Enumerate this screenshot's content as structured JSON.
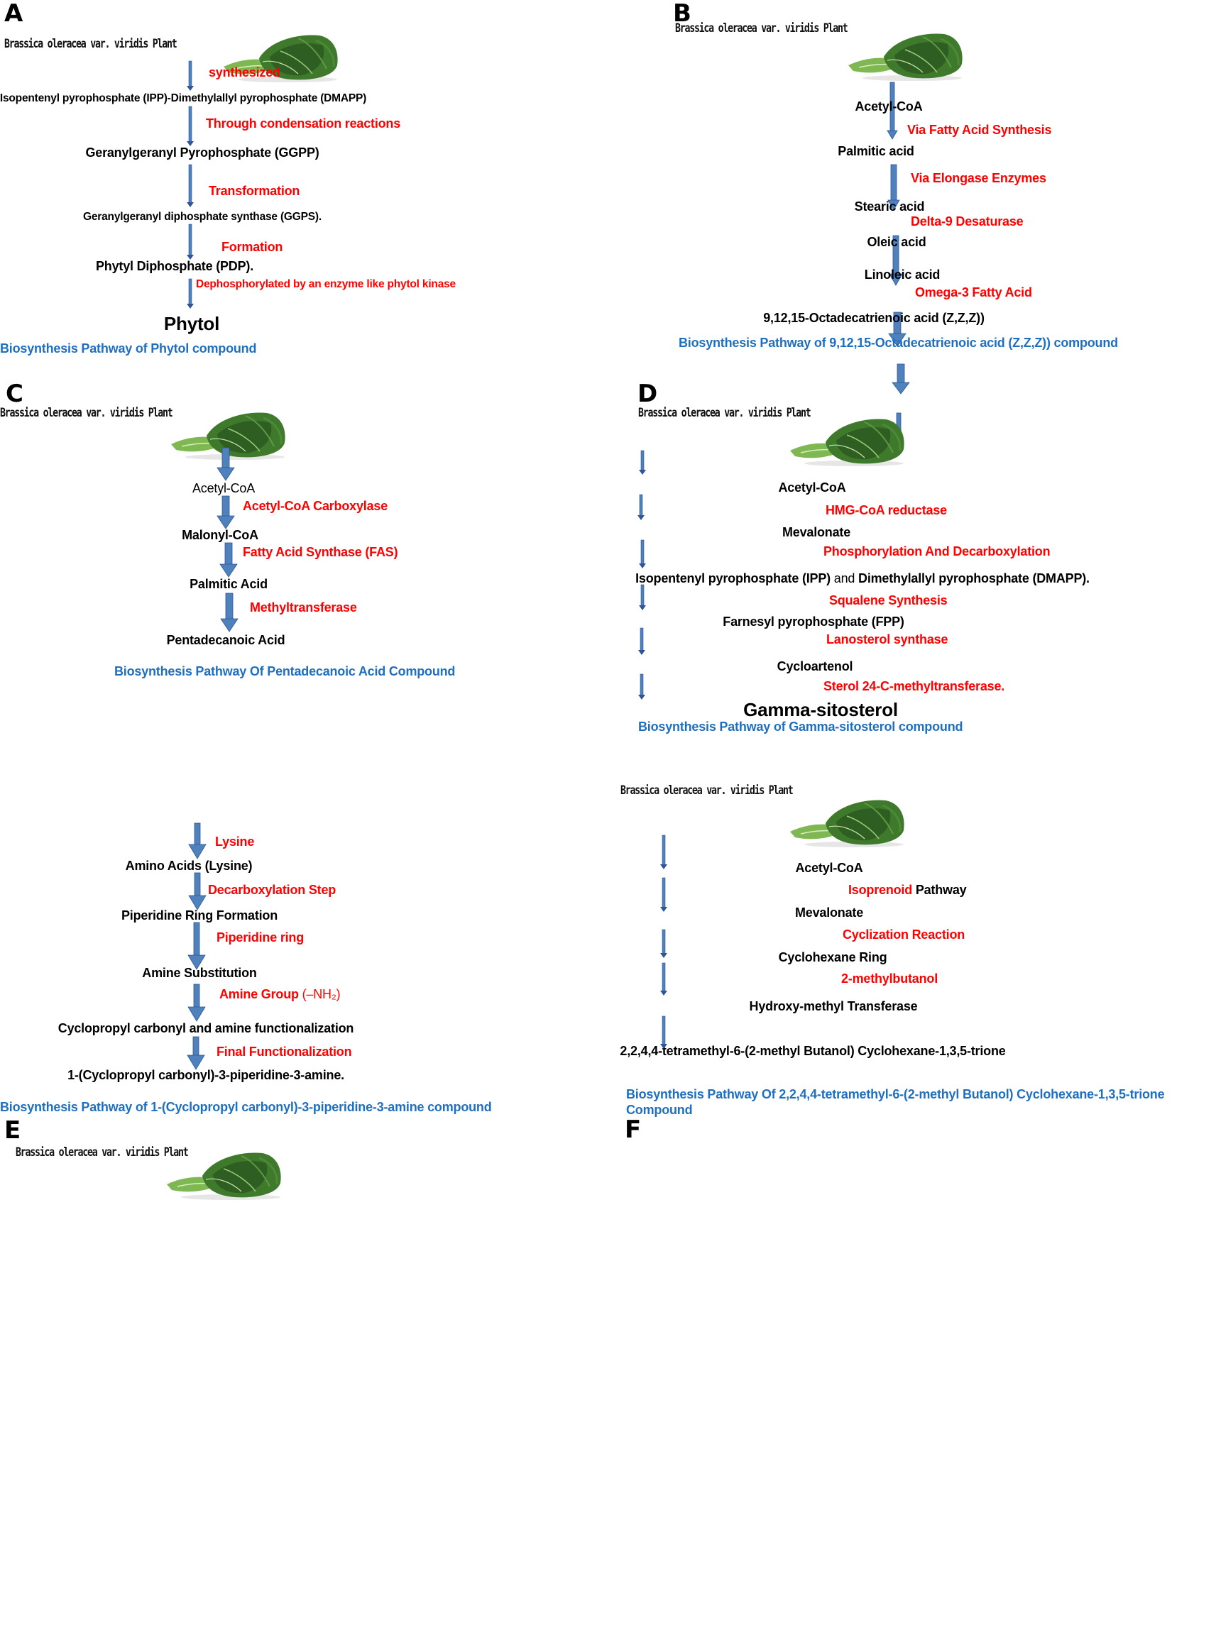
{
  "colors": {
    "enzyme_text": "#ff0000",
    "caption_text": "#1f6fc0",
    "arrow_fill": "#4f81bd",
    "arrow_stroke": "#2f5597",
    "plant_dark": "#2e5e22",
    "plant_light": "#6fa84a"
  },
  "plant_label": "Brassica oleracea var. viridis Plant",
  "plant_icon": "collard-greens-leaf-image",
  "arrow_icon": "down-arrow",
  "panels": {
    "A": {
      "letter": "A",
      "plant_label": "Brassica oleracea var. viridis Plant",
      "nodes": [
        "Isopentenyl pyrophosphate (IPP)-Dimethylallyl pyrophosphate (DMAPP)",
        "Geranylgeranyl Pyrophosphate (GGPP)",
        "Geranylgeranyl diphosphate synthase (GGPS).",
        "Phytyl Diphosphate (PDP).",
        "Phytol"
      ],
      "steps": [
        "synthesized",
        "Through condensation reactions",
        "Transformation",
        "Formation",
        "Dephosphorylated by an enzyme like phytol kinase"
      ],
      "caption": "Biosynthesis Pathway of Phytol compound"
    },
    "B": {
      "letter": "B",
      "plant_label": "Brassica oleracea var. viridis Plant",
      "nodes": [
        "Acetyl-CoA",
        "Palmitic acid",
        "Stearic acid",
        "Oleic acid",
        "Linoleic acid",
        "9,12,15-Octadecatrienoic acid (Z,Z,Z))"
      ],
      "steps": [
        "",
        "Via Fatty Acid Synthesis",
        "Via Elongase Enzymes",
        "Delta-9 Desaturase",
        "",
        "Omega-3 Fatty Acid"
      ],
      "caption": "Biosynthesis Pathway of 9,12,15-Octadecatrienoic acid (Z,Z,Z)) compound"
    },
    "C": {
      "letter": "C",
      "plant_label": "Brassica oleracea var. viridis Plant",
      "nodes": [
        "Acetyl-CoA",
        "Malonyl-CoA",
        "Palmitic Acid",
        "Pentadecanoic Acid"
      ],
      "steps": [
        "",
        "Acetyl-CoA Carboxylase",
        "Fatty Acid Synthase (FAS)",
        "Methyltransferase"
      ],
      "caption": "Biosynthesis Pathway Of Pentadecanoic Acid Compound"
    },
    "D": {
      "letter": "D",
      "plant_label": "Brassica oleracea var. viridis Plant",
      "nodes": [
        "Acetyl-CoA",
        "Mevalonate",
        "Farnesyl pyrophosphate (FPP)",
        "Cycloartenol",
        "Gamma-sitosterol"
      ],
      "node_ipp": {
        "part1": "Isopentenyl pyrophosphate (IPP)",
        "joiner": " and ",
        "part2": "Dimethylallyl pyrophosphate (DMAPP)."
      },
      "steps": [
        "",
        "HMG-CoA reductase",
        "Phosphorylation And Decarboxylation",
        "Squalene Synthesis",
        "Lanosterol synthase",
        "Sterol 24-C-methyltransferase."
      ],
      "caption": "Biosynthesis Pathway of Gamma-sitosterol compound"
    },
    "E": {
      "letter": "E",
      "plant_label": "Brassica oleracea var. viridis Plant",
      "nodes": [
        "Amino Acids (Lysine)",
        "Piperidine Ring Formation",
        "Amine Substitution",
        "Cyclopropyl carbonyl and amine functionalization",
        "1-(Cyclopropyl carbonyl)-3-piperidine-3-amine."
      ],
      "steps": [
        "Lysine",
        "Decarboxylation Step",
        "Piperidine ring",
        "Final Functionalization"
      ],
      "amine_step": {
        "label": "Amine Group",
        "formula": " (–NH₂)"
      },
      "caption": "Biosynthesis Pathway of 1-(Cyclopropyl carbonyl)-3-piperidine-3-amine compound"
    },
    "F": {
      "letter": "F",
      "plant_label": "Brassica oleracea var. viridis Plant",
      "nodes": [
        "Acetyl-CoA",
        "Mevalonate",
        "Cyclohexane Ring",
        "Hydroxy-methyl Transferase",
        "2,2,4,4-tetramethyl-6-(2-methyl Butanol) Cyclohexane-1,3,5-trione"
      ],
      "isoprenoid_step": {
        "red": "Isoprenoid",
        "black": " Pathway"
      },
      "steps": [
        "",
        "",
        "Cyclization Reaction",
        "2-methylbutanol",
        ""
      ],
      "caption": "Biosynthesis Pathway Of 2,2,4,4-tetramethyl-6-(2-methyl Butanol) Cyclohexane-1,3,5-trione Compound"
    }
  }
}
